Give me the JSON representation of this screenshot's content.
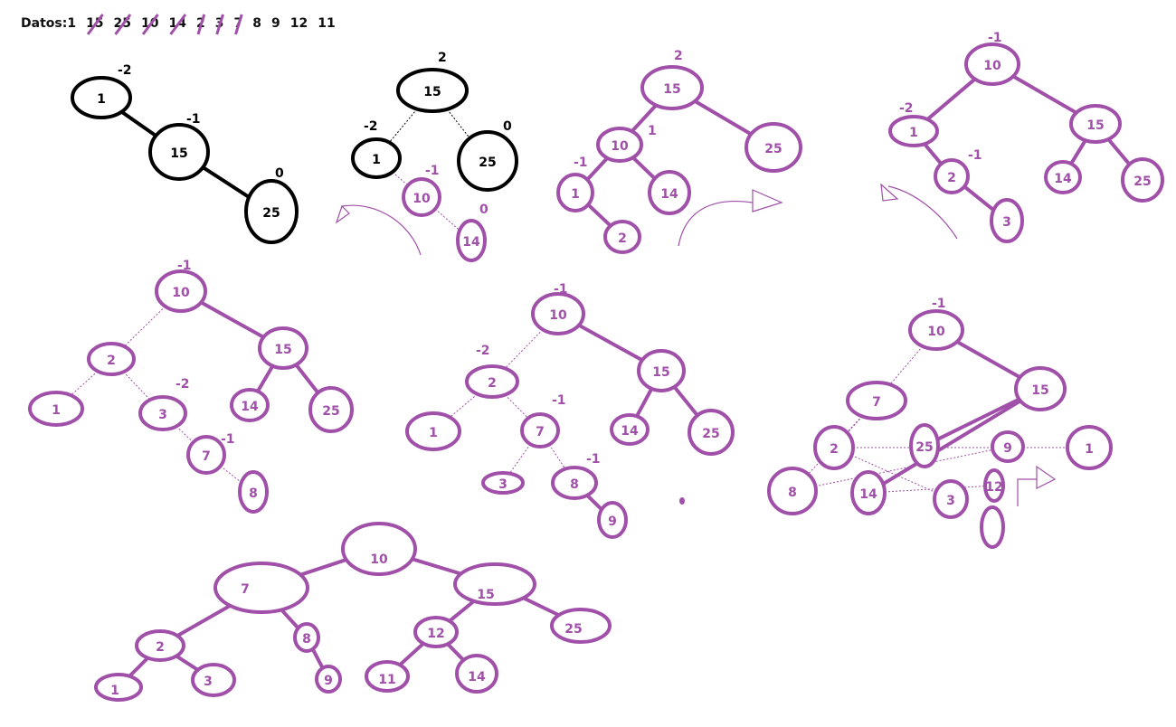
{
  "header": {
    "label": "Datos:",
    "values": [
      "1",
      "15",
      "25",
      "10",
      "14",
      "2",
      "3",
      "7",
      "8",
      "9",
      "12",
      "11"
    ],
    "struck": [
      1,
      2,
      3,
      4,
      5,
      6,
      7
    ]
  },
  "colors": {
    "black": "#000000",
    "purple": "#a050a8"
  },
  "trees": [
    {
      "color": "black",
      "nodes": [
        {
          "label": "1",
          "balance": "-2"
        },
        {
          "label": "15",
          "balance": "-1"
        },
        {
          "label": "25",
          "balance": "0"
        }
      ]
    },
    {
      "color": "mixed",
      "nodes": [
        {
          "label": "15",
          "balance": "2"
        },
        {
          "label": "1",
          "balance": "-2"
        },
        {
          "label": "25",
          "balance": "0"
        },
        {
          "label": "10",
          "balance": "-1"
        },
        {
          "label": "14",
          "balance": "0"
        }
      ]
    },
    {
      "color": "purple",
      "nodes": [
        {
          "label": "15",
          "balance": "2"
        },
        {
          "label": "10",
          "balance": "1"
        },
        {
          "label": "25",
          "balance": ""
        },
        {
          "label": "1",
          "balance": "-1"
        },
        {
          "label": "14",
          "balance": ""
        },
        {
          "label": "2",
          "balance": ""
        }
      ]
    },
    {
      "color": "purple",
      "nodes": [
        {
          "label": "10",
          "balance": "-1"
        },
        {
          "label": "1",
          "balance": "-2"
        },
        {
          "label": "15",
          "balance": ""
        },
        {
          "label": "2",
          "balance": "-1"
        },
        {
          "label": "14",
          "balance": ""
        },
        {
          "label": "25",
          "balance": ""
        },
        {
          "label": "3",
          "balance": ""
        }
      ]
    },
    {
      "color": "purple",
      "nodes": [
        {
          "label": "10",
          "balance": "-1"
        },
        {
          "label": "2",
          "balance": ""
        },
        {
          "label": "15",
          "balance": ""
        },
        {
          "label": "1",
          "balance": ""
        },
        {
          "label": "3",
          "balance": "-2"
        },
        {
          "label": "14",
          "balance": ""
        },
        {
          "label": "25",
          "balance": ""
        },
        {
          "label": "7",
          "balance": "-1"
        },
        {
          "label": "8",
          "balance": ""
        }
      ]
    },
    {
      "color": "purple",
      "nodes": [
        {
          "label": "10",
          "balance": "-1"
        },
        {
          "label": "2",
          "balance": "-2"
        },
        {
          "label": "15",
          "balance": ""
        },
        {
          "label": "1",
          "balance": ""
        },
        {
          "label": "7",
          "balance": "-1"
        },
        {
          "label": "14",
          "balance": ""
        },
        {
          "label": "25",
          "balance": ""
        },
        {
          "label": "3",
          "balance": ""
        },
        {
          "label": "8",
          "balance": "-1"
        },
        {
          "label": "9",
          "balance": ""
        }
      ]
    },
    {
      "color": "purple",
      "nodes": [
        {
          "label": "10",
          "balance": "-1"
        },
        {
          "label": "7",
          "balance": ""
        },
        {
          "label": "15",
          "balance": ""
        },
        {
          "label": "2",
          "balance": ""
        },
        {
          "label": "8",
          "balance": ""
        },
        {
          "label": "14",
          "balance": ""
        },
        {
          "label": "25",
          "balance": ""
        },
        {
          "label": "1",
          "balance": ""
        },
        {
          "label": "3",
          "balance": ""
        },
        {
          "label": "9",
          "balance": ""
        },
        {
          "label": "12",
          "balance": ""
        }
      ]
    },
    {
      "color": "purple",
      "nodes": [
        {
          "label": "10",
          "balance": ""
        },
        {
          "label": "7",
          "balance": ""
        },
        {
          "label": "15",
          "balance": ""
        },
        {
          "label": "2",
          "balance": ""
        },
        {
          "label": "8",
          "balance": ""
        },
        {
          "label": "12",
          "balance": ""
        },
        {
          "label": "25",
          "balance": ""
        },
        {
          "label": "1",
          "balance": ""
        },
        {
          "label": "3",
          "balance": ""
        },
        {
          "label": "9",
          "balance": ""
        },
        {
          "label": "11",
          "balance": ""
        },
        {
          "label": "14",
          "balance": ""
        }
      ]
    }
  ]
}
